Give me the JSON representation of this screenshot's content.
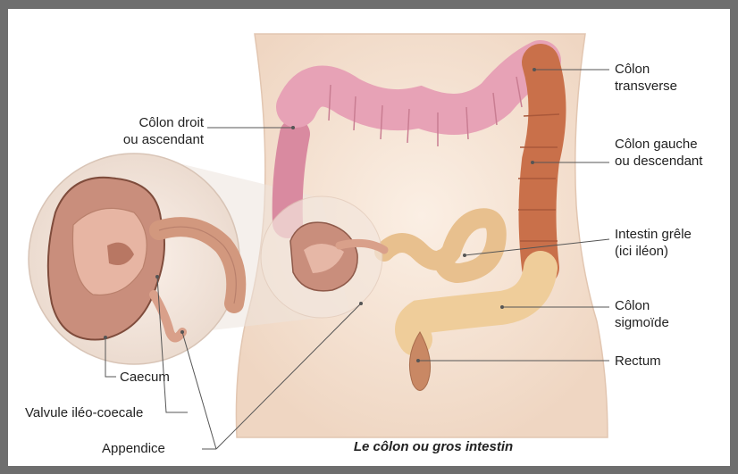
{
  "labels": {
    "colon_droit": [
      "Côlon droit",
      "ou ascendant"
    ],
    "colon_transverse": [
      "Côlon",
      "transverse"
    ],
    "colon_gauche": [
      "Côlon gauche",
      "ou descendant"
    ],
    "intestin_grele": [
      "Intestin grêle",
      "(ici iléon)"
    ],
    "colon_sigmoide": [
      "Côlon",
      "sigmoïde"
    ],
    "rectum": "Rectum",
    "caecum": "Caecum",
    "valvule": "Valvule iléo-coecale",
    "appendice": "Appendice"
  },
  "caption": "Le côlon ou gros intestin",
  "colors": {
    "frame": "#6e6e6e",
    "skin": "#f5e3d3",
    "transverse_colon": "#e7a2b6",
    "descending_colon": "#c9704a",
    "small_intestine": "#e8c08e",
    "sigmoid_colon": "#efcd9a",
    "rectum": "#c98864",
    "leader_line": "#555555"
  }
}
